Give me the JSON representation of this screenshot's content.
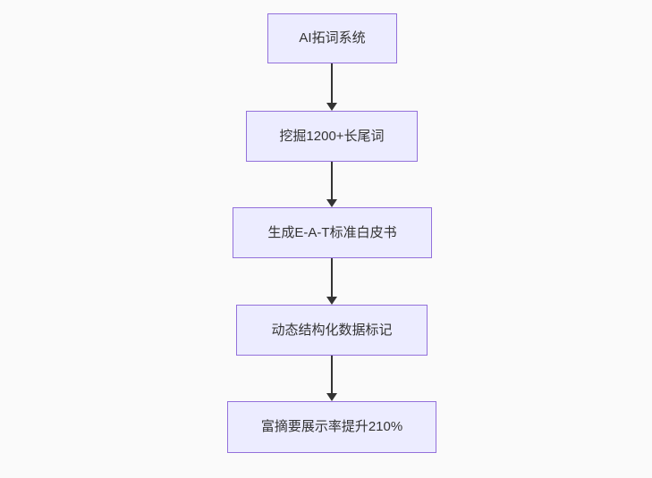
{
  "diagram": {
    "type": "flowchart",
    "direction": "top-down",
    "nodes": [
      {
        "id": "A",
        "label": "AI拓词系统"
      },
      {
        "id": "B",
        "label": "挖掘1200+长尾词"
      },
      {
        "id": "C",
        "label": "生成E-A-T标准白皮书"
      },
      {
        "id": "D",
        "label": "动态结构化数据标记"
      },
      {
        "id": "E",
        "label": "富摘要展示率提升210%"
      }
    ],
    "edges": [
      {
        "from": "A",
        "to": "B"
      },
      {
        "from": "B",
        "to": "C"
      },
      {
        "from": "C",
        "to": "D"
      },
      {
        "from": "D",
        "to": "E"
      }
    ],
    "colors": {
      "node_fill": "#ECECFF",
      "node_border": "#9370DB",
      "arrow_color": "#333333",
      "background": "#fafafa",
      "text_color": "#333333"
    }
  }
}
